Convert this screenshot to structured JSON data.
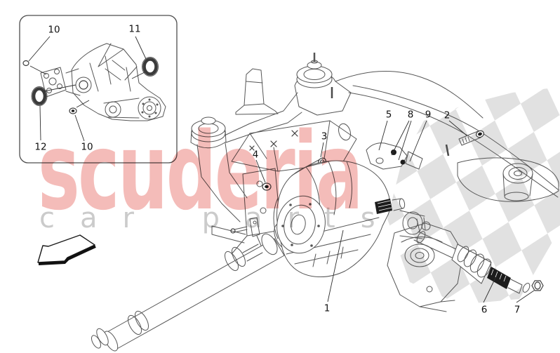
{
  "watermark": {
    "brand": "scuderia",
    "tagline": "car parts",
    "brand_color": "#f4bcb9",
    "tagline_color": "#cbcbcb"
  },
  "callouts": {
    "n1": "1",
    "n2": "2",
    "n3": "3",
    "n4": "4",
    "n5": "5",
    "n6": "6",
    "n7": "7",
    "n8": "8",
    "n9": "9",
    "n10a": "10",
    "n10b": "10",
    "n11": "11",
    "n12": "12"
  },
  "colors": {
    "background": "#ffffff",
    "line_art": "#565656",
    "checker_flag": "#dcdcdc"
  },
  "icons": {
    "direction_arrow": "forward-direction-arrow"
  }
}
